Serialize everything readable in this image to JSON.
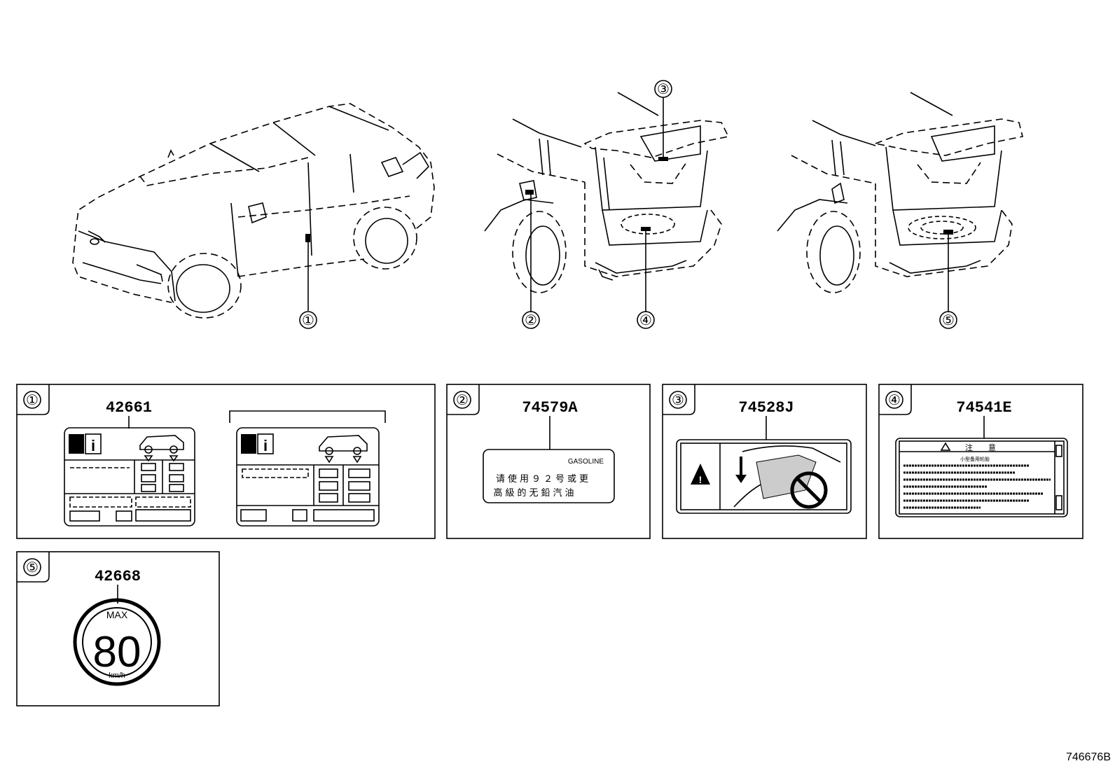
{
  "callouts": [
    "①",
    "②",
    "③",
    "④",
    "⑤"
  ],
  "panels": [
    {
      "callout": "①",
      "part_number": "42661"
    },
    {
      "callout": "②",
      "part_number": "74579A",
      "fuel_label": "GASOLINE",
      "text_line1": "请使用９２号或更",
      "text_line2": "高級的无鉛汽油"
    },
    {
      "callout": "③",
      "part_number": "74528J"
    },
    {
      "callout": "④",
      "part_number": "74541E",
      "header_title": "注　　意",
      "sub_title": "小型备用轮胎"
    },
    {
      "callout": "⑤",
      "part_number": "42668",
      "speed_top": "MAX",
      "speed_value": "80",
      "speed_unit": "km/h"
    }
  ],
  "document_id": "746676B"
}
